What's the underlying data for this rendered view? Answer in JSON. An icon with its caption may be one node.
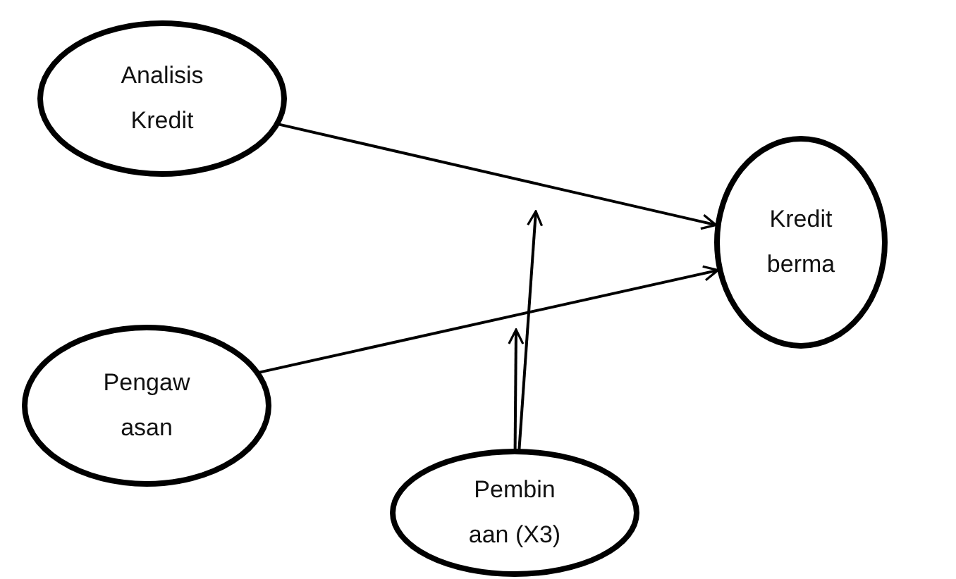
{
  "diagram": {
    "nodes": [
      {
        "text": [
          "Analisis Kredit"
        ]
      },
      {
        "text": [
          "Kredit berma"
        ]
      },
      {
        "text": [
          "Pengaw asan"
        ]
      },
      {
        "text": [
          "Pembin aan (X3)"
        ]
      }
    ],
    "edges": [
      {
        "from": 0,
        "to": 1,
        "arrow": "to"
      },
      {
        "from": 2,
        "to": 1,
        "arrow": "to"
      },
      {
        "from": 3,
        "to": null,
        "arrow": "to"
      },
      {
        "from": 3,
        "to": null,
        "arrow": "to"
      }
    ]
  }
}
